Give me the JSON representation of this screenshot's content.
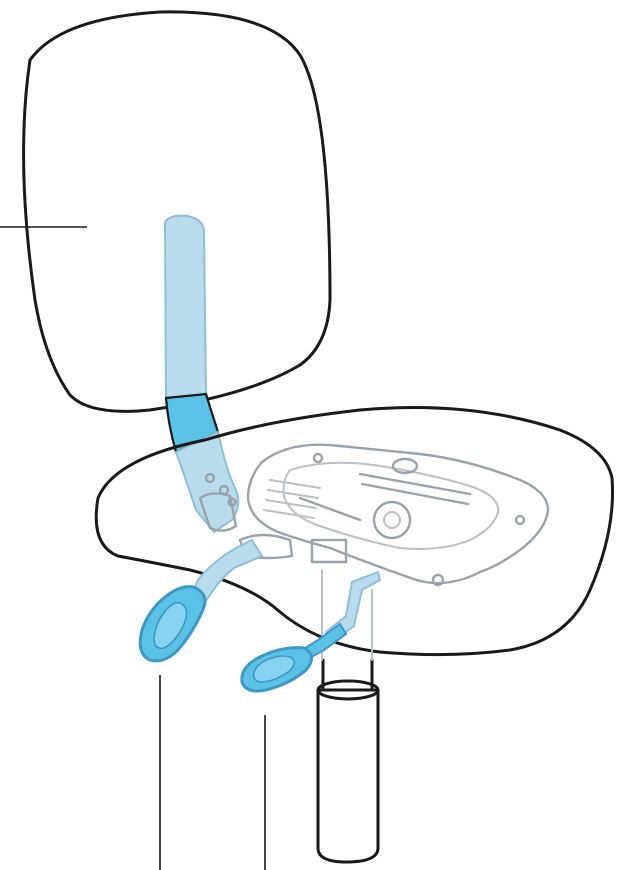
{
  "colors": {
    "shell_fill": "#dfe7eb",
    "highlight": "#5bc2e7",
    "highlight_light": "#b9dcec",
    "outline": "#1a1a1a",
    "mechanism": "#9aa3aa"
  },
  "parts": [
    {
      "id": "backrest",
      "label": ""
    },
    {
      "id": "backrest-support-bar",
      "label": ""
    },
    {
      "id": "seat",
      "label": ""
    },
    {
      "id": "seat-mechanism",
      "label": ""
    },
    {
      "id": "backrest-lever",
      "label": ""
    },
    {
      "id": "height-lever",
      "label": ""
    },
    {
      "id": "gas-column",
      "label": ""
    }
  ],
  "callouts": [
    {
      "id": "backrest-callout",
      "label": ""
    },
    {
      "id": "backrest-lever-callout",
      "label": ""
    },
    {
      "id": "height-lever-callout",
      "label": ""
    }
  ]
}
